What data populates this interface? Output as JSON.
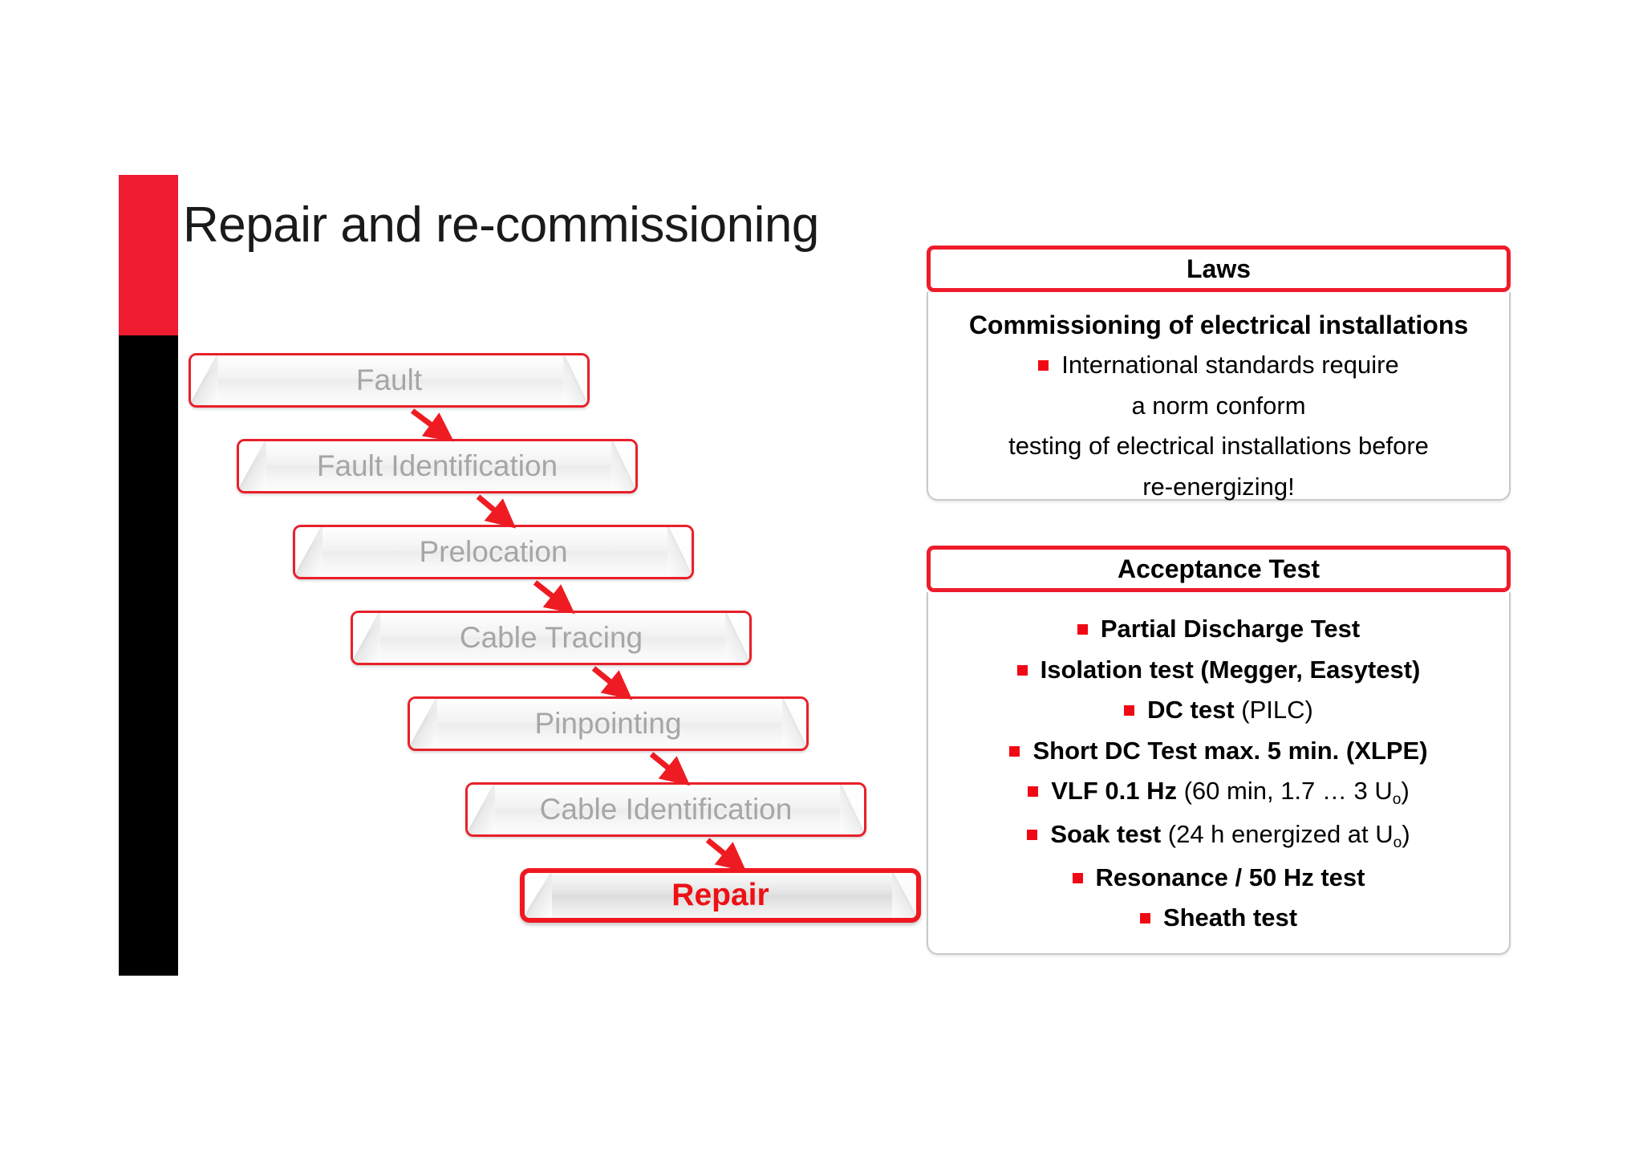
{
  "slide": {
    "title": "Repair and re-commissioning",
    "accent_red": "#EE1C2E",
    "accent_black": "#000000"
  },
  "flowchart": {
    "name": "fault-location-process-flow",
    "steps": [
      {
        "id": "fault",
        "label": "Fault",
        "highlight": false
      },
      {
        "id": "fault-identification",
        "label": "Fault Identification",
        "highlight": false
      },
      {
        "id": "prelocation",
        "label": "Prelocation",
        "highlight": false
      },
      {
        "id": "cable-tracing",
        "label": "Cable Tracing",
        "highlight": false
      },
      {
        "id": "pinpointing",
        "label": "Pinpointing",
        "highlight": false
      },
      {
        "id": "cable-identification",
        "label": "Cable Identification",
        "highlight": false
      },
      {
        "id": "repair",
        "label": "Repair",
        "highlight": true
      }
    ],
    "arrow_color": "#EE1C22",
    "box_border_color": "#E8202A",
    "inactive_text_color": "#a6a6a6",
    "highlight_text_color": "#EE1014"
  },
  "laws_panel": {
    "header": "Laws",
    "heading": "Commissioning of electrical installations",
    "lines": [
      {
        "text": "International standards require",
        "bullet": true
      },
      {
        "text": "a norm conform",
        "bullet": false
      },
      {
        "text": "testing of electrical installations before",
        "bullet": false
      },
      {
        "text": "re-energizing!",
        "bullet": false
      }
    ]
  },
  "acceptance_panel": {
    "header": "Acceptance Test",
    "items": [
      {
        "bold": "Partial Discharge Test",
        "rest": ""
      },
      {
        "bold": "Isolation test (Megger, Easytest)",
        "rest": ""
      },
      {
        "bold": "DC test",
        "rest": " (PILC)"
      },
      {
        "bold": "Short DC Test max. 5 min. (XLPE)",
        "rest": ""
      },
      {
        "bold": "VLF 0.1 Hz",
        "rest": " (60 min, 1.7 … 3 U",
        "sub": "o",
        "tail": ")"
      },
      {
        "bold": "Soak test",
        "rest": " (24 h energized at U",
        "sub": "o",
        "tail": ")"
      },
      {
        "bold": "Resonance",
        "rest": "",
        "mid": " / 50 Hz test"
      },
      {
        "bold": "Sheath test",
        "rest": ""
      }
    ],
    "bullet_color": "#F00914"
  }
}
